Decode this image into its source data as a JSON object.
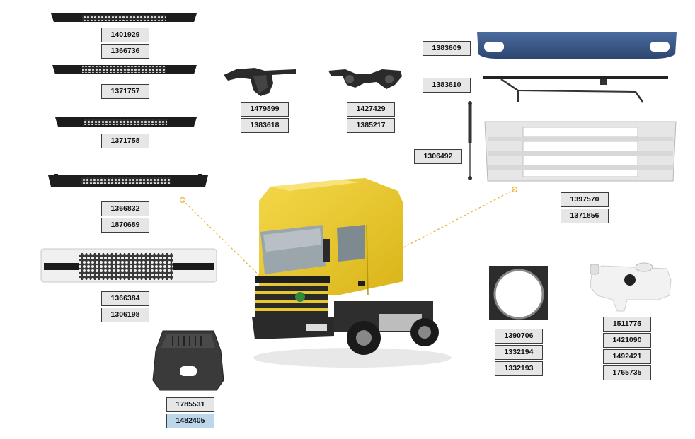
{
  "colors": {
    "truck_yellow": "#e8c72a",
    "label_bg": "#e6e6e6",
    "border": "#3c3c3c",
    "highlight": "#bcd6ea",
    "pointer": "#e8b640"
  },
  "parts": [
    {
      "id": "grille-strip-1",
      "codes": [
        "1401929",
        "1366736"
      ]
    },
    {
      "id": "grille-strip-2",
      "codes": [
        "1371757"
      ]
    },
    {
      "id": "grille-strip-3",
      "codes": [
        "1371758"
      ]
    },
    {
      "id": "lower-grille-panel",
      "codes": [
        "1366832",
        "1870689"
      ]
    },
    {
      "id": "bumper-grille-white",
      "codes": [
        "1366384",
        "1306198"
      ]
    },
    {
      "id": "step-cover",
      "codes": [
        "1785531",
        "1482405"
      ]
    },
    {
      "id": "headlamp-bracket-left",
      "codes": [
        "1479899",
        "1383618"
      ]
    },
    {
      "id": "headlamp-bracket-right",
      "codes": [
        "1427429",
        "1385217"
      ]
    },
    {
      "id": "sun-visor",
      "codes": [
        "1383609"
      ]
    },
    {
      "id": "grille-hinge-bar",
      "codes": [
        "1383610"
      ]
    },
    {
      "id": "gas-spring",
      "codes": [
        "1306492"
      ]
    },
    {
      "id": "front-grille-white",
      "codes": [
        "1397570",
        "1371856"
      ]
    },
    {
      "id": "fan-shroud",
      "codes": [
        "1390706",
        "1332194",
        "1332193"
      ]
    },
    {
      "id": "expansion-tank",
      "codes": [
        "1511775",
        "1421090",
        "1492421",
        "1765735"
      ]
    }
  ]
}
